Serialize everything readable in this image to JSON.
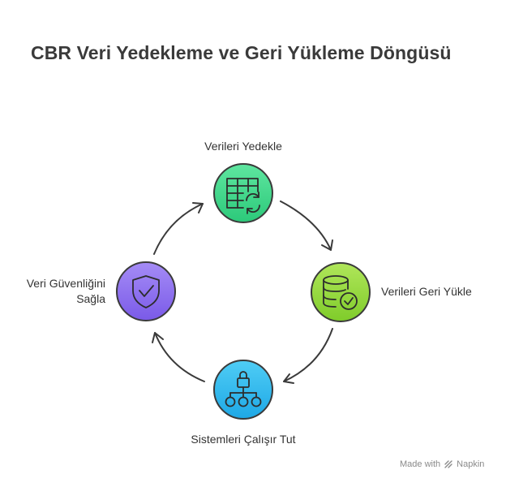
{
  "title": "CBR Veri Yedekleme ve Geri Yükleme Döngüsü",
  "steps": [
    {
      "label": "Verileri Yedekle",
      "icon": "table-sync-icon",
      "color": "#3fd88a"
    },
    {
      "label": "Verileri Geri Yükle",
      "icon": "database-check-icon",
      "color": "#8fd63a"
    },
    {
      "label": "Sistemleri Çalışır Tut",
      "icon": "network-lock-icon",
      "color": "#2bb8ee"
    },
    {
      "label": "Veri Güvenliğini Sağla",
      "icon": "shield-check-icon",
      "color": "#8a6cf0"
    }
  ],
  "footer": {
    "made_with": "Made with",
    "brand": "Napkin"
  }
}
